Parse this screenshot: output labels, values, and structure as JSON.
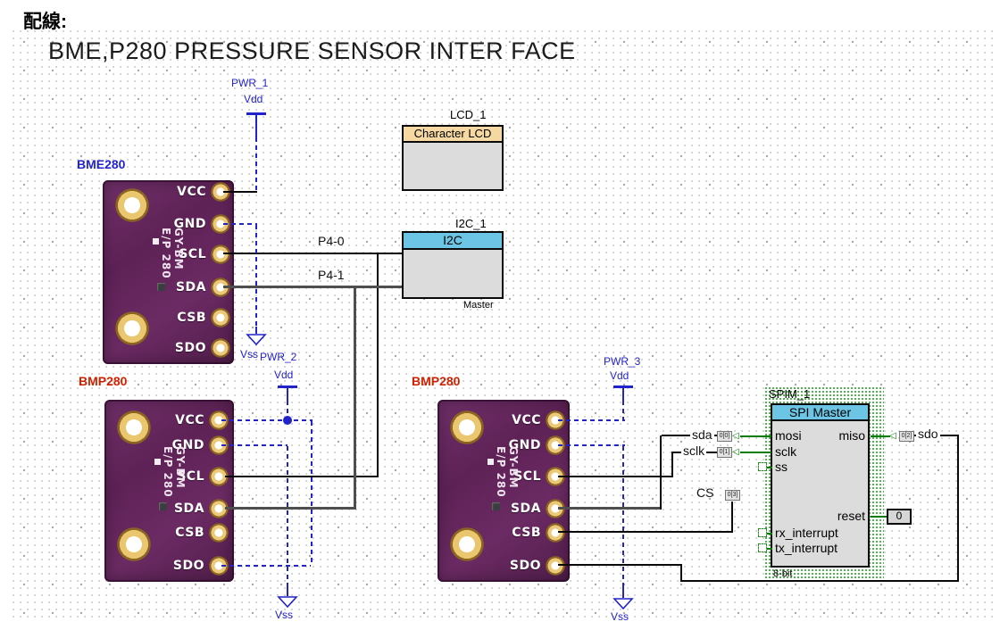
{
  "title": {
    "heading": "配線:",
    "subtitle": "BME,P280 PRESSURE SENSOR INTER FACE"
  },
  "modules": {
    "m1": {
      "label": "BME280",
      "silk1": "GY-BM",
      "silk2": "E/P 280",
      "pins": [
        "VCC",
        "GND",
        "SCL",
        "SDA",
        "CSB",
        "SDO"
      ]
    },
    "m2": {
      "label": "BMP280",
      "silk1": "GY-BM",
      "silk2": "E/P 280",
      "pins": [
        "VCC",
        "GND",
        "SCL",
        "SDA",
        "CSB",
        "SDO"
      ]
    },
    "m3": {
      "label": "BMP280",
      "silk1": "GY-BM",
      "silk2": "E/P 280",
      "pins": [
        "VCC",
        "GND",
        "SCL",
        "SDA",
        "CSB",
        "SDO"
      ]
    }
  },
  "power": {
    "pwr1": {
      "name": "PWR_1",
      "rail": "Vdd"
    },
    "pwr2": {
      "name": "PWR_2",
      "rail": "Vdd"
    },
    "pwr3": {
      "name": "PWR_3",
      "rail": "Vdd"
    },
    "gnd1": {
      "rail": "Vss"
    },
    "gnd2": {
      "rail": "Vss"
    },
    "gnd3": {
      "rail": "Vss"
    }
  },
  "nets": {
    "p40": "P4-0",
    "p41": "P4-1",
    "sda": "sda",
    "sclk": "sclk",
    "cs": "CS",
    "sdo": "sdo"
  },
  "terminals": {
    "t0": "0[0]",
    "t1": "0[1]",
    "t2": "0[2]",
    "t3": "0[3]"
  },
  "lcd": {
    "title": "LCD_1",
    "header": "Character LCD"
  },
  "i2c": {
    "title": "I2C_1",
    "header": "I2C",
    "role": "Master"
  },
  "spim": {
    "title": "SPIM_1",
    "header": "SPI Master",
    "pins_left": [
      "mosi",
      "sclk",
      "ss",
      "rx_interrupt",
      "tx_interrupt"
    ],
    "pins_right": [
      "miso",
      "reset"
    ],
    "bus_width": "8-bit",
    "reset_value": "0"
  },
  "colors": {
    "power_blue": "#2323cc",
    "module_label_red": "#cc2200",
    "module_label_blue": "#2323cc",
    "header_blue": "#6cc5e4",
    "header_tan": "#f6d9a2",
    "component_gray": "#dcdcdc",
    "wire_green": "#007d00",
    "selection_green": "#36a036",
    "pcb_purple": "#63265b"
  }
}
